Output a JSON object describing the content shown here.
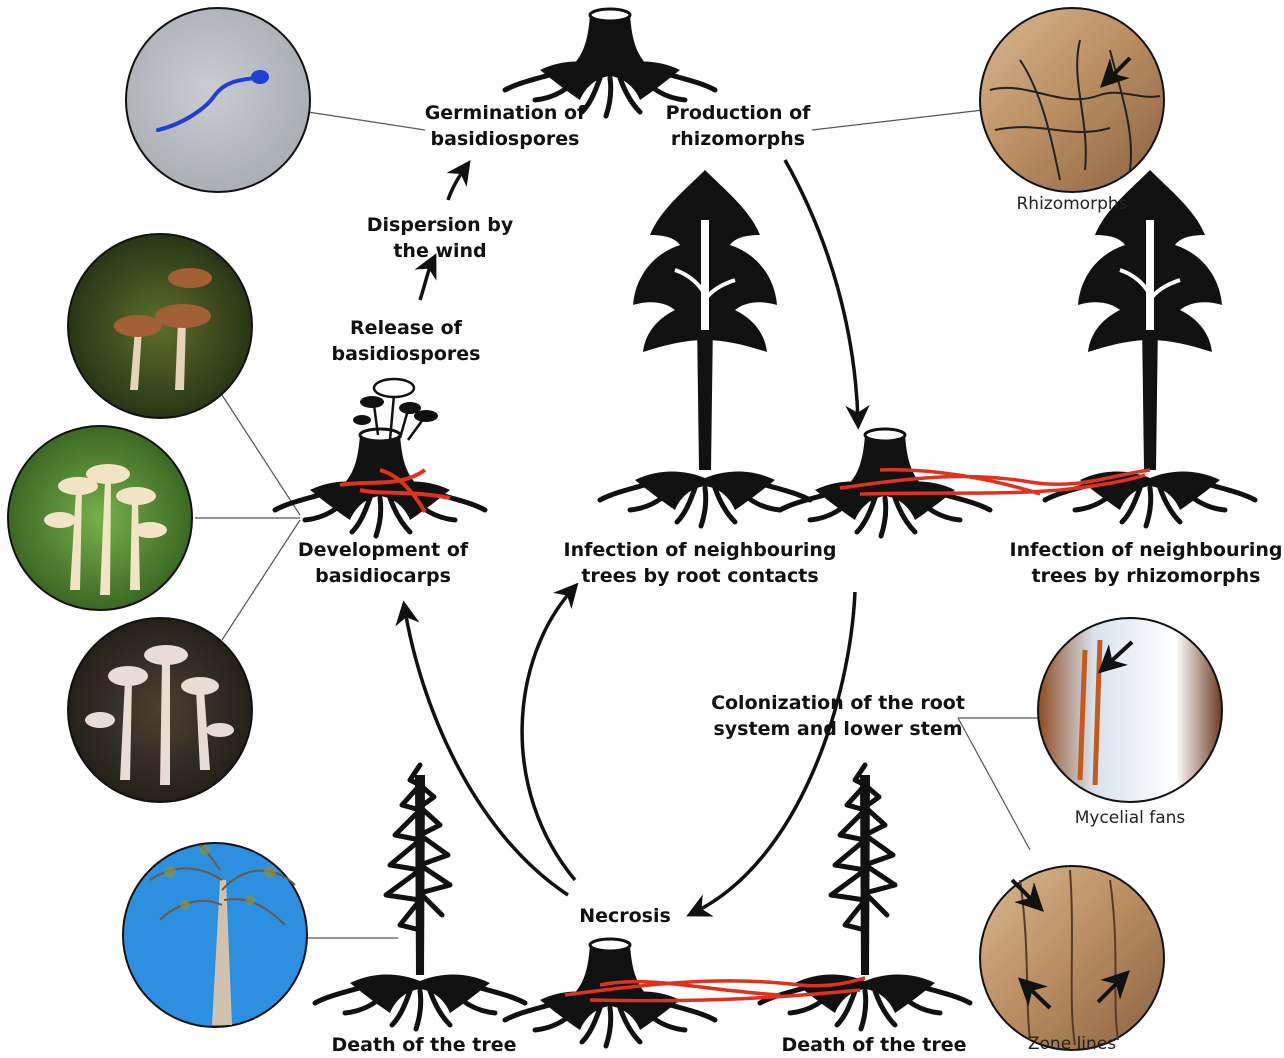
{
  "labels": {
    "germination": [
      "Germination of",
      "basidiospores"
    ],
    "production": [
      "Production of",
      "rhizomorphs"
    ],
    "dispersion": [
      "Dispersion by",
      "the wind"
    ],
    "release": [
      "Release of",
      "basidiospores"
    ],
    "development": [
      "Development of",
      "basidiocarps"
    ],
    "infection_root": [
      "Infection of neighbouring",
      "trees by root contacts"
    ],
    "infection_rhizo": [
      "Infection of neighbouring",
      "trees by rhizomorphs"
    ],
    "colonization": [
      "Colonization of the root",
      "system and lower stem"
    ],
    "necrosis": "Necrosis",
    "death_left": "Death of the tree",
    "death_right": "Death of the tree"
  },
  "captions": {
    "rhizomorphs": "Rhizomorphs",
    "mycelial_fans": "Mycelial fans",
    "zone_lines": "Zone lines"
  },
  "colors": {
    "ink": "#111111",
    "mycelium": "#e0301e",
    "spore": "#1f3fd6",
    "sky": "#2d8fe0"
  },
  "photos": [
    "spore-germination-photo",
    "rhizomorphs-photo",
    "honey-mushroom-cluster-photo-1",
    "honey-mushroom-cluster-photo-2",
    "honey-mushroom-cluster-photo-3",
    "mycelial-fans-photo",
    "dead-tree-photo",
    "zone-lines-photo"
  ]
}
